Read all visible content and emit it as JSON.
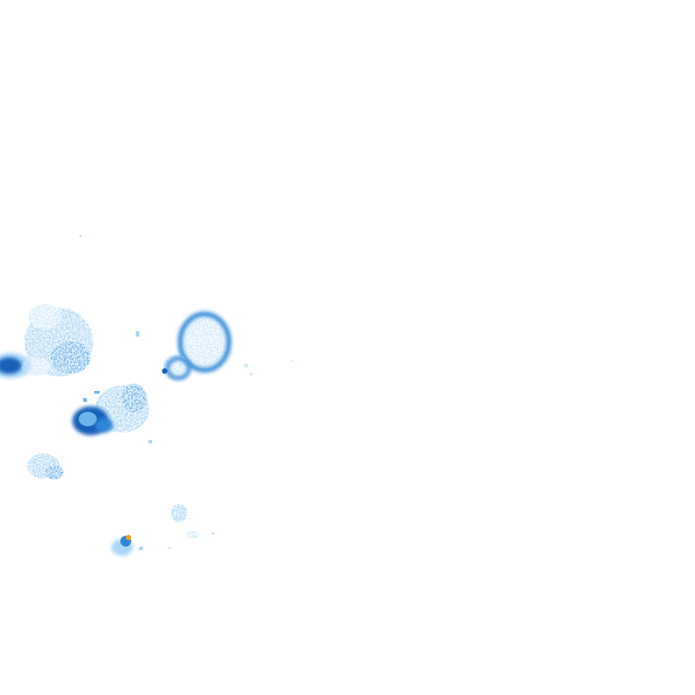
{
  "map": {
    "background": "#ffffff",
    "layer": "precipitation-radar",
    "intensity_palette": {
      "very_light": "#cfe8fb",
      "light": "#a8d6f7",
      "moderate": "#6cb4ec",
      "heavy": "#2f86d6",
      "very_heavy": "#1560b8",
      "extreme": "#f0a020"
    },
    "echoes": [
      {
        "id": "cell-west-edge",
        "intensity": "very_heavy"
      },
      {
        "id": "cell-northwest-cluster",
        "intensity": "light"
      },
      {
        "id": "cell-ring-north",
        "intensity": "heavy"
      },
      {
        "id": "cell-small-ring",
        "intensity": "heavy"
      },
      {
        "id": "cell-central",
        "intensity": "very_heavy"
      },
      {
        "id": "cell-central-trail",
        "intensity": "light"
      },
      {
        "id": "cell-southwest",
        "intensity": "light"
      },
      {
        "id": "cell-south-small",
        "intensity": "light"
      },
      {
        "id": "cell-south-core",
        "intensity": "extreme"
      }
    ]
  }
}
